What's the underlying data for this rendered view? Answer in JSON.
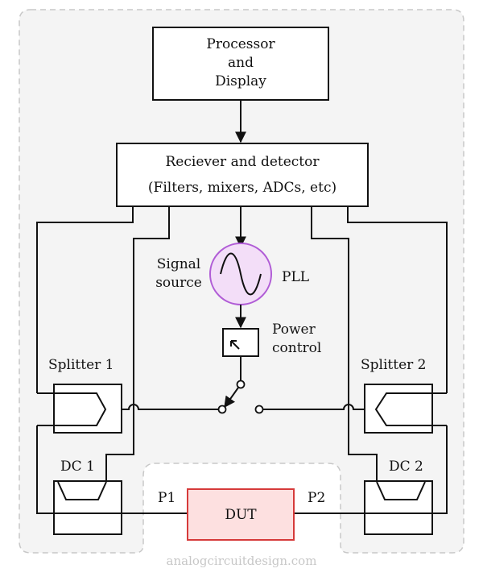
{
  "processor": {
    "line1": "Processor",
    "line2": "and",
    "line3": "Display"
  },
  "receiver": {
    "line1": "Reciever and detector",
    "line2": "(Filters, mixers, ADCs, etc)"
  },
  "signal_source": {
    "line1": "Signal",
    "line2": "source"
  },
  "pll": {
    "label": "PLL"
  },
  "power_control": {
    "line1": "Power",
    "line2": "control"
  },
  "splitter1": {
    "label": "Splitter 1"
  },
  "splitter2": {
    "label": "Splitter 2"
  },
  "dc1": {
    "label": "DC 1"
  },
  "dc2": {
    "label": "DC 2"
  },
  "port1": {
    "label": "P1"
  },
  "port2": {
    "label": "P2"
  },
  "dut": {
    "label": "DUT"
  },
  "watermark": "analogcircuitdesign.com",
  "colors": {
    "panel_fill": "#f4f4f4",
    "panel_border": "#c8c8c8",
    "oscillator_fill": "#f3def8",
    "oscillator_stroke": "#b05cd6",
    "dut_fill": "#fde0e0",
    "dut_stroke": "#d63a3a"
  }
}
